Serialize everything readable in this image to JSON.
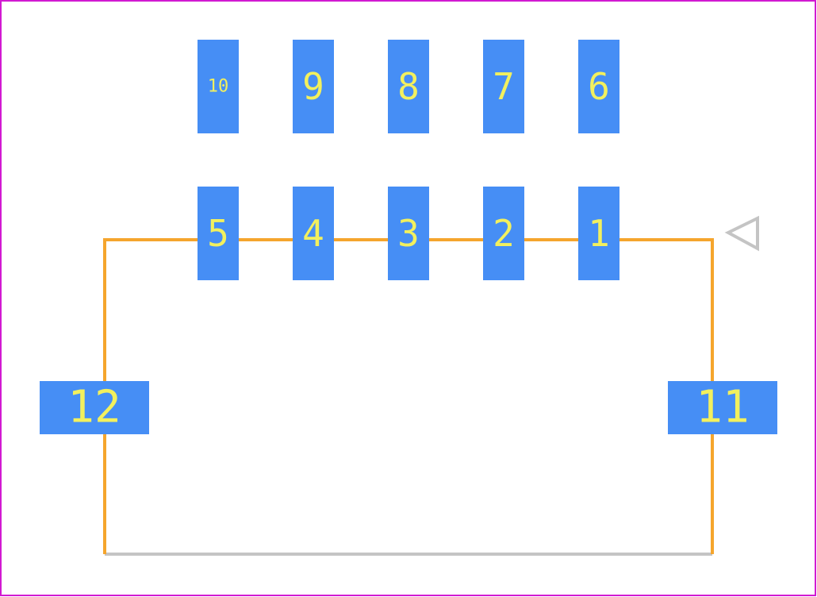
{
  "colors": {
    "background": "#ffffff",
    "board_outline": "#d11ad1",
    "pad_fill": "#468ef5",
    "pad_label": "#f2f05e",
    "silkscreen": "#f5a52d",
    "courtyard": "#c4c4c4",
    "pin1_marker": "#c4c4c4"
  },
  "pads": [
    {
      "id": "pad-1",
      "label": "1"
    },
    {
      "id": "pad-2",
      "label": "2"
    },
    {
      "id": "pad-3",
      "label": "3"
    },
    {
      "id": "pad-4",
      "label": "4"
    },
    {
      "id": "pad-5",
      "label": "5"
    },
    {
      "id": "pad-6",
      "label": "6"
    },
    {
      "id": "pad-7",
      "label": "7"
    },
    {
      "id": "pad-8",
      "label": "8"
    },
    {
      "id": "pad-9",
      "label": "9"
    },
    {
      "id": "pad-10",
      "label": "10"
    },
    {
      "id": "pad-11",
      "label": "11"
    },
    {
      "id": "pad-12",
      "label": "12"
    }
  ],
  "pin1_marker_icon": "triangle-left-icon"
}
